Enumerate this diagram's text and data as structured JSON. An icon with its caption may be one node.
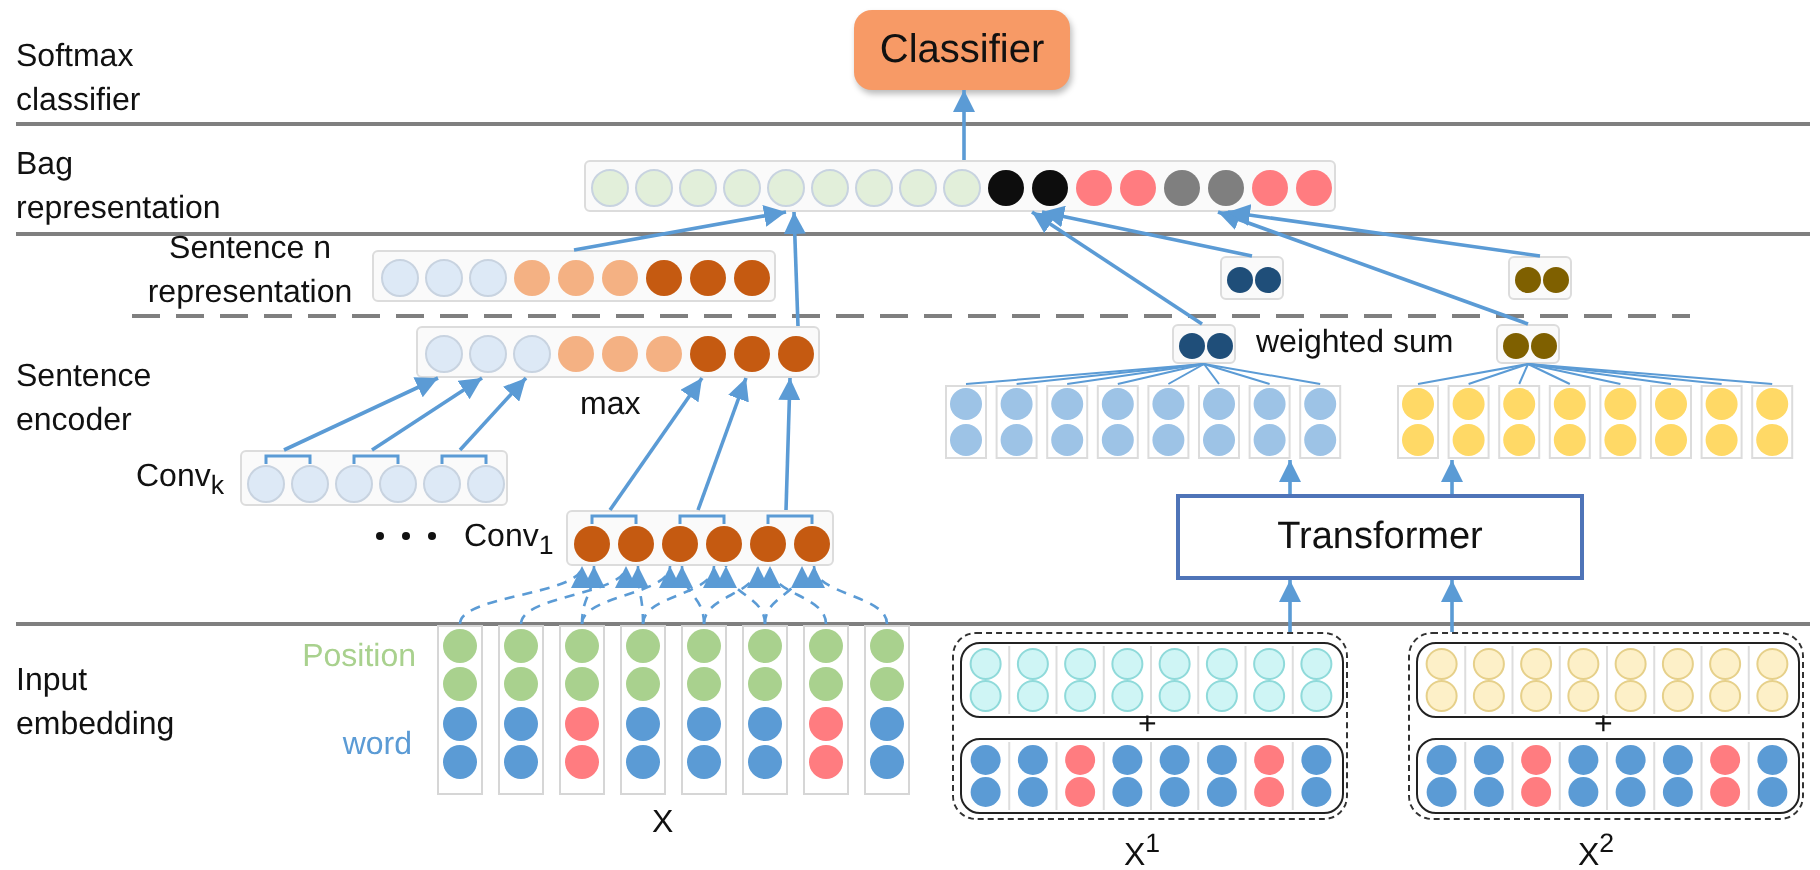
{
  "diagram": {
    "nodes": [
      {
        "text": [
          "Classifier"
        ]
      },
      {
        "text": [],
        "shape": "bar"
      },
      {
        "text": [],
        "shape": "bar",
        "beside": [
          "Sentence n representation"
        ]
      },
      {
        "text": [],
        "shape": "bar"
      },
      {
        "text": [],
        "shape": "bar",
        "beside": [
          "Conv$_{k}$"
        ]
      },
      {
        "text": [],
        "shape": "bar",
        "beside": [
          "Conv$_{1}$"
        ]
      },
      {
        "text": [],
        "shape": "box",
        "beside": [
          "Position",
          "word",
          "X"
        ]
      },
      {
        "text": [],
        "shape": "bar"
      },
      {
        "text": [],
        "shape": "bar"
      },
      {
        "text": [],
        "shape": "bar"
      },
      {
        "text": [],
        "shape": "bar"
      },
      {
        "text": [],
        "shape": "box"
      },
      {
        "text": [],
        "shape": "box"
      },
      {
        "text": [
          "Transformer"
        ]
      },
      {
        "text": [],
        "shape": "box",
        "beside": [
          "X$^{1}$"
        ]
      },
      {
        "text": [],
        "shape": "bar",
        "in": 14
      },
      {
        "text": [],
        "shape": "bar",
        "in": 14
      },
      {
        "text": [],
        "shape": "box",
        "beside": [
          "X$^{2}$"
        ]
      },
      {
        "text": [],
        "shape": "bar",
        "in": 17
      },
      {
        "text": [],
        "shape": "bar",
        "in": 17
      }
    ],
    "edges": [
      {
        "from": 1,
        "to": 0,
        "arrow": "to"
      },
      {
        "from": 2,
        "to": 1,
        "arrow": "to"
      },
      {
        "from": 3,
        "to": 1,
        "arrow": "to"
      },
      {
        "from": 4,
        "to": 3,
        "arrow": "to"
      },
      {
        "from": 4,
        "to": 3,
        "arrow": "to"
      },
      {
        "from": 4,
        "to": 3,
        "arrow": "to"
      },
      {
        "from": 5,
        "to": 3,
        "arrow": "to"
      },
      {
        "from": 5,
        "to": 3,
        "arrow": "to"
      },
      {
        "from": 5,
        "to": 3,
        "arrow": "to"
      },
      {
        "from": 6,
        "to": 5,
        "arrow": "to",
        "style": "dashed"
      },
      {
        "from": 6,
        "to": 5,
        "arrow": "to",
        "style": "dashed"
      },
      {
        "from": 6,
        "to": 5,
        "arrow": "to",
        "style": "dashed"
      },
      {
        "from": 6,
        "to": 5,
        "arrow": "to",
        "style": "dashed"
      },
      {
        "from": 6,
        "to": 5,
        "arrow": "to",
        "style": "dashed"
      },
      {
        "from": 6,
        "to": 5,
        "arrow": "to",
        "style": "dashed"
      },
      {
        "from": 6,
        "to": 5,
        "arrow": "to",
        "style": "dashed"
      },
      {
        "from": 6,
        "to": 5,
        "arrow": "to",
        "style": "dashed"
      },
      {
        "from": 6,
        "to": 5,
        "arrow": "to",
        "style": "dashed"
      },
      {
        "from": 6,
        "to": 5,
        "arrow": "to",
        "style": "dashed"
      },
      {
        "from": 6,
        "to": 5,
        "arrow": "to",
        "style": "dashed"
      },
      {
        "from": 6,
        "to": 5,
        "arrow": "to",
        "style": "dashed"
      },
      {
        "from": 9,
        "to": 1,
        "arrow": "to"
      },
      {
        "from": 7,
        "to": 1,
        "arrow": "to"
      },
      {
        "from": 10,
        "to": 1,
        "arrow": "to"
      },
      {
        "from": 8,
        "to": 1,
        "arrow": "to"
      },
      {
        "from": 9,
        "to": 11,
        "arrow": "none"
      },
      {
        "from": 9,
        "to": 11,
        "arrow": "none"
      },
      {
        "from": 9,
        "to": 11,
        "arrow": "none"
      },
      {
        "from": 9,
        "to": 11,
        "arrow": "none"
      },
      {
        "from": 9,
        "to": 11,
        "arrow": "none"
      },
      {
        "from": 9,
        "to": 11,
        "arrow": "none"
      },
      {
        "from": 9,
        "to": 11,
        "arrow": "none"
      },
      {
        "from": 9,
        "to": 11,
        "arrow": "none"
      },
      {
        "from": 10,
        "to": 12,
        "arrow": "none"
      },
      {
        "from": 10,
        "to": 12,
        "arrow": "none"
      },
      {
        "from": 10,
        "to": 12,
        "arrow": "none"
      },
      {
        "from": 10,
        "to": 12,
        "arrow": "none"
      },
      {
        "from": 10,
        "to": 12,
        "arrow": "none"
      },
      {
        "from": 10,
        "to": 12,
        "arrow": "none"
      },
      {
        "from": 10,
        "to": 12,
        "arrow": "none"
      },
      {
        "from": 10,
        "to": 12,
        "arrow": "none"
      },
      {
        "from": 13,
        "to": 11,
        "arrow": "to"
      },
      {
        "from": 13,
        "to": 12,
        "arrow": "to"
      },
      {
        "from": 14,
        "to": 13,
        "arrow": "to"
      },
      {
        "from": 17,
        "to": 13,
        "arrow": "to"
      }
    ],
    "labels": [
      "Softmax classifier",
      "Bag representation",
      "Sentence encoder",
      "max",
      "weighted sum",
      "Input embedding",
      "+",
      "+"
    ]
  }
}
